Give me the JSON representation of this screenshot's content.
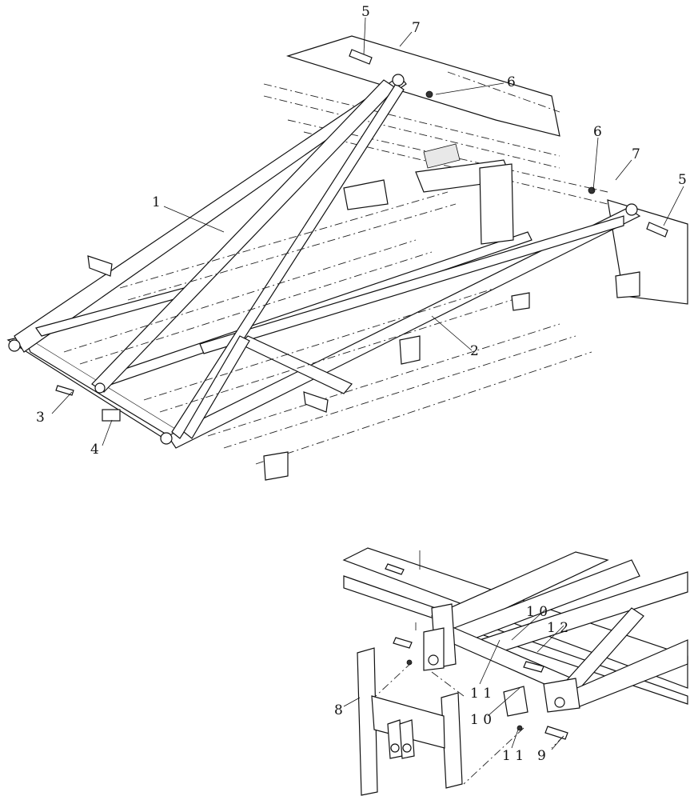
{
  "callouts_main": [
    {
      "id": "c5a",
      "text": "5"
    },
    {
      "id": "c7a",
      "text": "7"
    },
    {
      "id": "c6a",
      "text": "6"
    },
    {
      "id": "c6b",
      "text": "6"
    },
    {
      "id": "c7b",
      "text": "7"
    },
    {
      "id": "c5b",
      "text": "5"
    },
    {
      "id": "c1",
      "text": "1"
    },
    {
      "id": "c2",
      "text": "2"
    },
    {
      "id": "c3",
      "text": "3"
    },
    {
      "id": "c4",
      "text": "4"
    }
  ],
  "callouts_inset": [
    {
      "id": "c10a",
      "text": "1 0"
    },
    {
      "id": "c12",
      "text": "1 2"
    },
    {
      "id": "c11a",
      "text": "1 1"
    },
    {
      "id": "c10b",
      "text": "1 0"
    },
    {
      "id": "c8",
      "text": "8"
    },
    {
      "id": "c11b",
      "text": "1 1"
    },
    {
      "id": "c9",
      "text": "9"
    }
  ]
}
